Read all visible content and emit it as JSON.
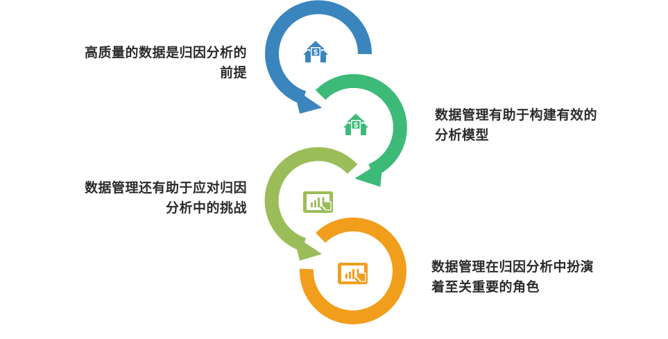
{
  "steps": [
    {
      "line1": "高质量的数据是归因分析的",
      "line2": "前提",
      "color": "#3a85be",
      "icon": "house-dollar-arrows-icon",
      "side": "left"
    },
    {
      "line1": "数据管理有助于构建有效的",
      "line2": "分析模型",
      "color": "#3dba78",
      "icon": "house-dollar-arrows-icon",
      "side": "right"
    },
    {
      "line1": "数据管理还有助于应对归因",
      "line2": "分析中的挑战",
      "color": "#9bbd59",
      "icon": "tablet-chart-touch-icon",
      "side": "left"
    },
    {
      "line1": "数据管理在归因分析中扮演",
      "line2": "着至关重要的角色",
      "color": "#f19e1d",
      "icon": "tablet-chart-touch-icon",
      "side": "right"
    }
  ]
}
